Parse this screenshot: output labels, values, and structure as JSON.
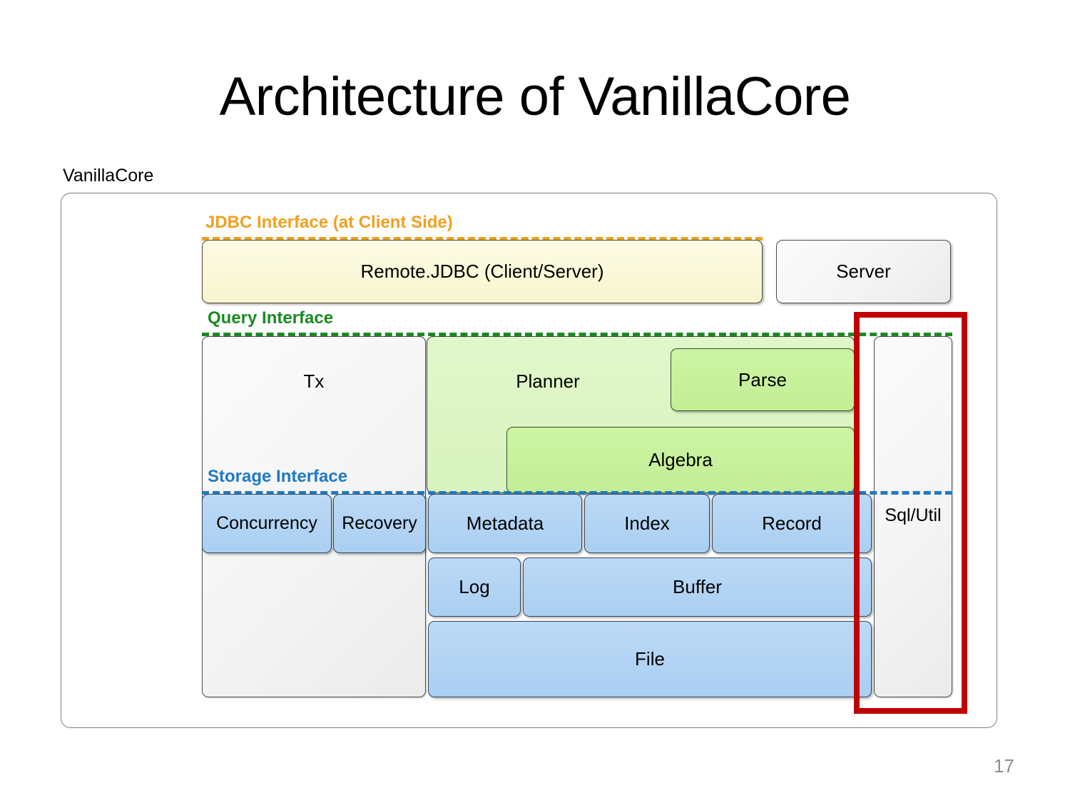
{
  "slide": {
    "title": "Architecture of VanillaCore",
    "page_number": "17"
  },
  "container": {
    "label": "VanillaCore"
  },
  "interfaces": [
    {
      "key": "jdbc",
      "label": "JDBC Interface (at Client Side)",
      "color": "#f0a020"
    },
    {
      "key": "query",
      "label": "Query Interface",
      "color": "#1a8a22"
    },
    {
      "key": "storage",
      "label": "Storage Interface",
      "color": "#1f7ac4"
    }
  ],
  "boxes": {
    "remote_jdbc": "Remote.JDBC (Client/Server)",
    "server": "Server",
    "tx": "Tx",
    "planner": "Planner",
    "parse": "Parse",
    "algebra": "Algebra",
    "concurrency": "Concurrency",
    "recovery": "Recovery",
    "metadata": "Metadata",
    "index": "Index",
    "record": "Record",
    "log": "Log",
    "buffer": "Buffer",
    "file": "File",
    "sql_util": "Sql/Util"
  },
  "colors": {
    "jdbc_accent": "#f0a020",
    "query_accent": "#1a8a22",
    "storage_accent": "#1f7ac4",
    "highlight": "#c00000",
    "yellow_box": "#f9f8dc",
    "green_light_box": "#dcf5c4",
    "green_box": "#c6f09a",
    "blue_box": "#b3d3f2",
    "gray_box": "#f4f4f4",
    "page_number": "#8d8d8d"
  },
  "highlight": {
    "target": "Sql/Util"
  }
}
